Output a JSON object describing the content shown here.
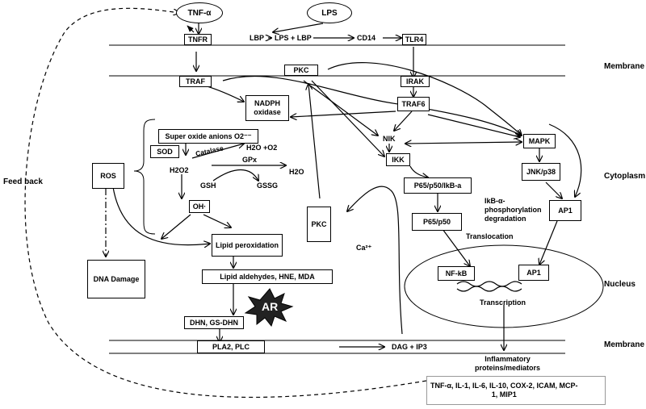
{
  "nodes": {
    "tnf": "TNF-α",
    "lps": "LPS",
    "tnfr": "TNFR",
    "lbp": "LBP",
    "lps_lbp": "LPS + LBP",
    "cd14": "CD14",
    "tlr4": "TLR4",
    "traf": "TRAF",
    "pkc_top": "PKC",
    "irak": "IRAK",
    "traf6": "TRAF6",
    "nadph": "NADPH\noxidase",
    "superoxide": "Super oxide anions O2⁻⁻",
    "sod": "SOD",
    "catalase": "Catalase",
    "h2o_o2": "H2O +O2",
    "h2o2": "H2O2",
    "gpx": "GPx",
    "h2o": "H2O",
    "gsh": "GSH",
    "gssg": "GSSG",
    "oh": "OH·",
    "ros": "ROS",
    "dna_damage": "DNA Damage",
    "lipid_perox": "Lipid peroxidation",
    "lipid_ald": "Lipid aldehydes, HNE, MDA",
    "ar": "AR",
    "dhn": "DHN, GS-DHN",
    "pla2": "PLA2, PLC",
    "dag": "DAG  +  IP3",
    "pkc_mid": "PKC",
    "ca": "Ca²⁺",
    "nik": "NIK",
    "ikk": "IKK",
    "p65_ikb": "P65/p50/IkB-a",
    "ikb_deg": "IkB-α-\nphosphorylation\ndegradation",
    "p65": "P65/p50",
    "translocation": "Translocation",
    "nfkb": "NF-kB",
    "ap1_nuc": "AP1",
    "transcription": "Transcription",
    "mapk": "MAPK",
    "jnk": "JNK/p38",
    "ap1": "AP1",
    "inflammatory": "Inflammatory\nproteins/mediators",
    "mediators": "TNF-α, IL-1, IL-6, IL-10, COX-2, ICAM, MCP-\n1, MIP1"
  },
  "regions": {
    "membrane_top": "Membrane",
    "cytoplasm": "Cytoplasm",
    "nucleus": "Nucleus",
    "membrane_bottom": "Membrane",
    "feedback": "Feed back"
  },
  "colors": {
    "line": "#000000",
    "ar_star": "#222222",
    "background": "#ffffff"
  }
}
